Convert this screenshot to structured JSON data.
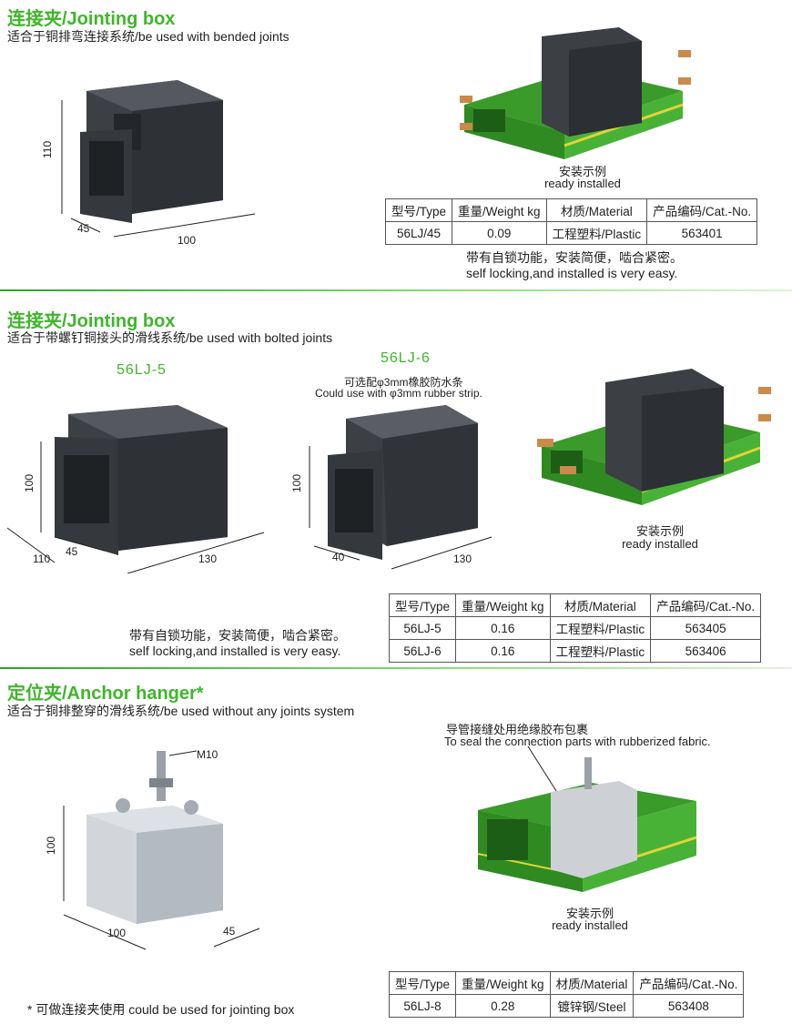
{
  "s1": {
    "title": "连接夹/Jointing box",
    "subtitle": "适合于铜排弯连接系统/be used with bended joints",
    "dims": {
      "h": "110",
      "w": "45",
      "l": "100"
    },
    "caption_cn": "安装示例",
    "caption_en": "ready installed",
    "table": {
      "headers": [
        "型号/Type",
        "重量/Weight kg",
        "材质/Material",
        "产品编码/Cat.-No."
      ],
      "rows": [
        [
          "56LJ/45",
          "0.09",
          "工程塑料/Plastic",
          "563401"
        ]
      ]
    },
    "note_cn": "带有自锁功能，安装简便，啮合紧密。",
    "note_en": "self locking,and installed is very easy."
  },
  "s2": {
    "title": "连接夹/Jointing box",
    "subtitle": "适合于带螺钉铜接头的滑线系统/be used with bolted joints",
    "model_a": "56LJ-5",
    "model_b": "56LJ-6",
    "strip_cn": "可选配φ3mm橡胶防水条",
    "strip_en": "Could use with φ3mm rubber strip.",
    "dims_a": {
      "h": "100",
      "a": "110",
      "b": "45",
      "l": "130"
    },
    "dims_b": {
      "h": "100",
      "w": "40",
      "l": "130"
    },
    "caption_cn": "安装示例",
    "caption_en": "ready installed",
    "table": {
      "headers": [
        "型号/Type",
        "重量/Weight kg",
        "材质/Material",
        "产品编码/Cat.-No."
      ],
      "rows": [
        [
          "56LJ-5",
          "0.16",
          "工程塑料/Plastic",
          "563405"
        ],
        [
          "56LJ-6",
          "0.16",
          "工程塑料/Plastic",
          "563406"
        ]
      ]
    },
    "note_cn": "带有自锁功能，安装简便，啮合紧密。",
    "note_en": "self locking,and installed is very easy."
  },
  "s3": {
    "title": "定位夹/Anchor hanger*",
    "subtitle": "适合于铜排整穿的滑线系统/be used without any  joints system",
    "bolt": "M10",
    "dims": {
      "h": "100",
      "l": "100",
      "w": "45"
    },
    "seal_cn": "导管接缝处用绝缘胶布包裹",
    "seal_en": "To seal the connection parts with rubberized fabric.",
    "caption_cn": "安装示例",
    "caption_en": "ready installed",
    "table": {
      "headers": [
        "型号/Type",
        "重量/Weight kg",
        "材质/Material",
        "产品编码/Cat.-No."
      ],
      "rows": [
        [
          "56LJ-8",
          "0.28",
          "镀锌钢/Steel",
          "563408"
        ]
      ]
    },
    "footnote": "* 可做连接夹使用 could be used for jointing box"
  },
  "colors": {
    "accent": "#3fb62a",
    "rail": "#3a9a2a",
    "box": "#3c3f44",
    "steel": "#c9ced4"
  }
}
